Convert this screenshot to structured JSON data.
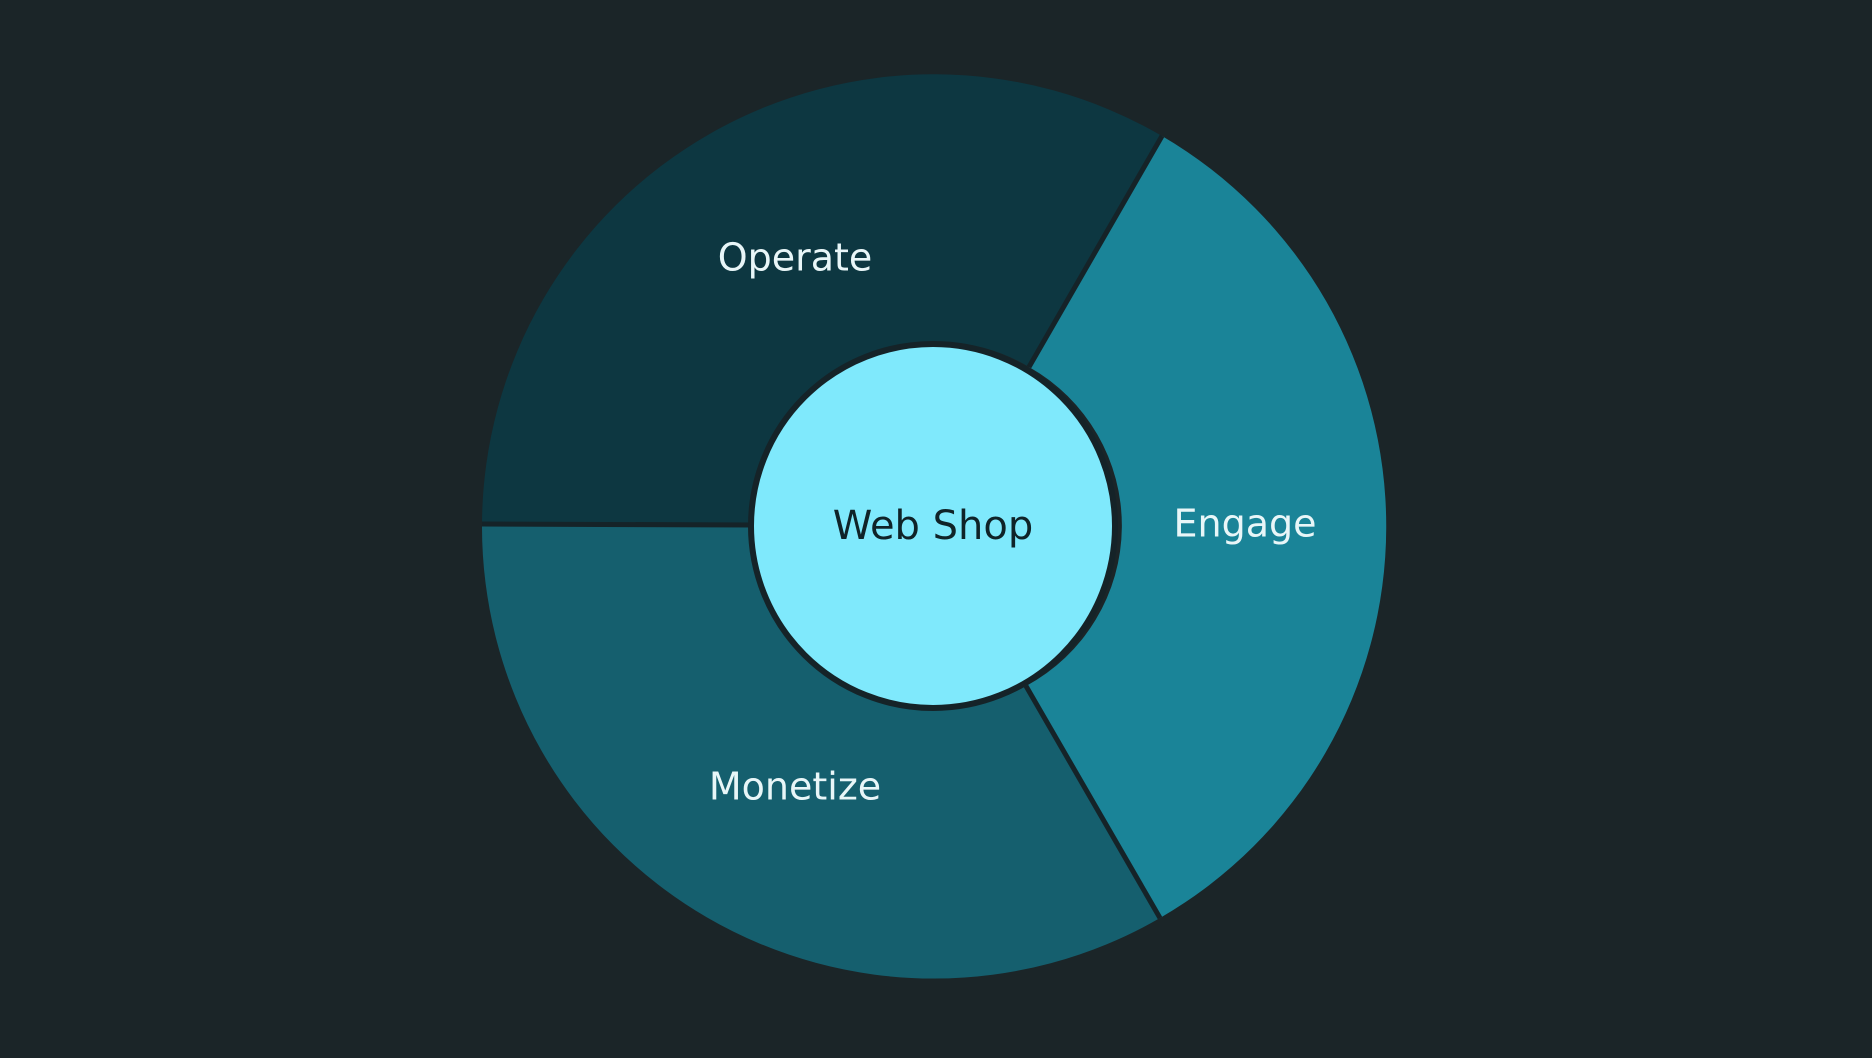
{
  "diagram": {
    "center": {
      "label": "Web Shop",
      "color": "#7fe9fc"
    },
    "segments": [
      {
        "label": "Operate",
        "color": "#0d3741"
      },
      {
        "label": "Engage",
        "color": "#1a8498"
      },
      {
        "label": "Monetize",
        "color": "#155f6e"
      }
    ],
    "background_color": "#1b2528",
    "divider_color": "#152328"
  }
}
